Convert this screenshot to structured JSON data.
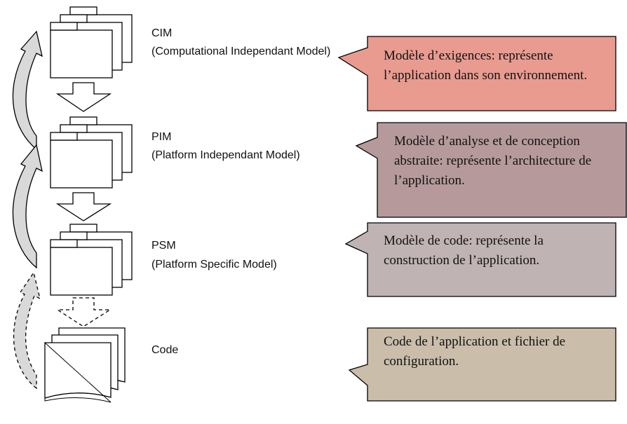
{
  "levels": [
    {
      "name": "CIM",
      "description": "(Computational Independant Model)"
    },
    {
      "name": "PIM",
      "description": "(Platform Independant Model)"
    },
    {
      "name": "PSM",
      "description": "(Platform Specific Model)"
    },
    {
      "name": "Code",
      "description": ""
    }
  ],
  "callouts": [
    {
      "text": "Modèle d’exigences: représente l’application dans son environnement.",
      "color": "#e99b90"
    },
    {
      "text": "Modèle d’analyse et de conception abstraite: représente l’architecture de l’application.",
      "color": "#b69a9b"
    },
    {
      "text": "Modèle de code: représente la construction de l’application.",
      "color": "#c0b3b4"
    },
    {
      "text": "Code de l’application et fichier de configuration.",
      "color": "#cabeab"
    }
  ]
}
